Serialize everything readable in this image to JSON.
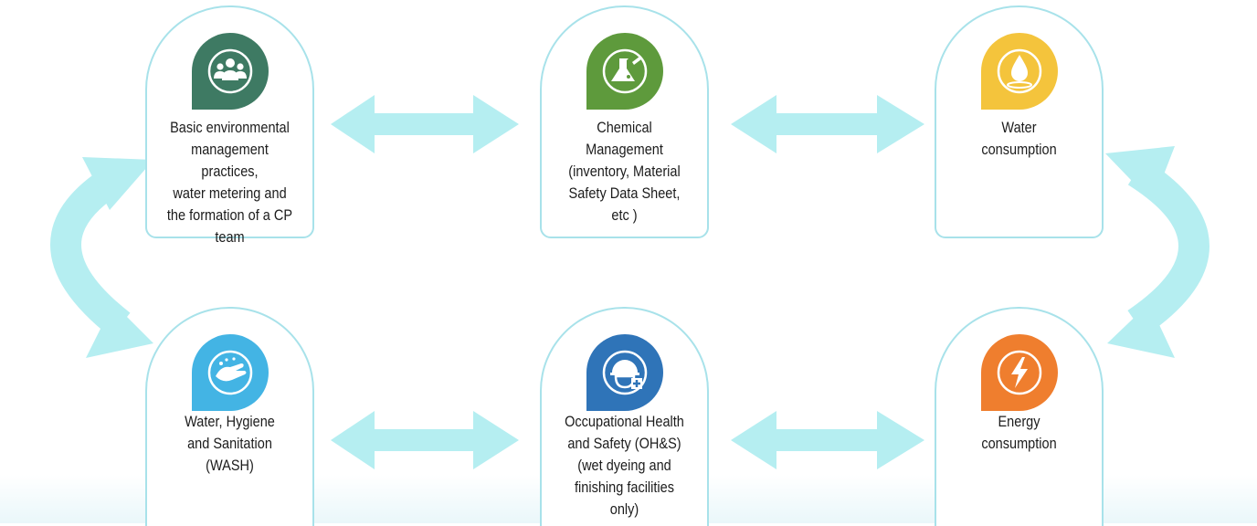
{
  "diagram": {
    "nodes": [
      {
        "id": "basic",
        "lines": [
          "Basic environmental",
          "management practices,",
          "water metering and",
          "the formation of a CP",
          "team"
        ],
        "icon": "people-group-icon",
        "color": "#3e7a63"
      },
      {
        "id": "chemical",
        "lines": [
          "Chemical",
          "Management",
          "(inventory, Material",
          "Safety Data Sheet,",
          "etc )"
        ],
        "icon": "lab-flask-icon",
        "color": "#5e9a3c"
      },
      {
        "id": "water",
        "lines": [
          "Water",
          "consumption"
        ],
        "icon": "water-drop-icon",
        "color": "#f4c43c"
      },
      {
        "id": "energy",
        "lines": [
          "Energy",
          "consumption"
        ],
        "icon": "lightning-icon",
        "color": "#ef7e2e"
      },
      {
        "id": "ohs",
        "lines": [
          "Occupational Health",
          "and Safety (OH&S)",
          "(wet dyeing and",
          "finishing facilities",
          "only)"
        ],
        "icon": "safety-helmet-icon",
        "color": "#2f74b8"
      },
      {
        "id": "wash",
        "lines": [
          "Water, Hygiene",
          "and Sanitation",
          "(WASH)"
        ],
        "icon": "hand-washing-icon",
        "color": "#43b4e4"
      }
    ],
    "arrow_color": "#b5eef1"
  }
}
